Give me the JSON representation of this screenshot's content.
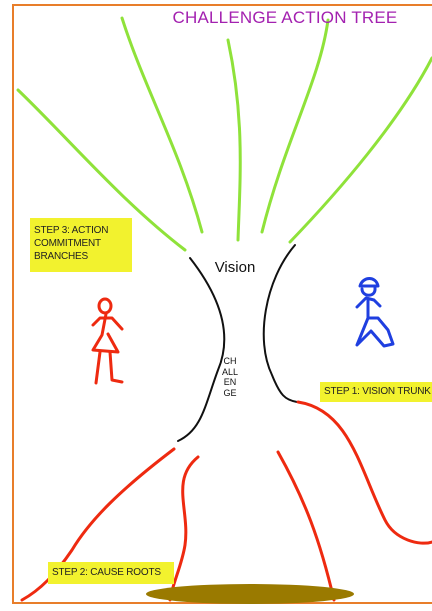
{
  "title": "CHALLENGE ACTION TREE",
  "trunk": {
    "vision_label": "Vision",
    "challenge_label": "CHALLENGE"
  },
  "labels": {
    "action": "STEP 3: ACTION COMMITMENT BRANCHES",
    "vision": "STEP 1: VISION TRUNK",
    "cause": "STEP 2: CAUSE ROOTS"
  },
  "colors": {
    "frame": "#e87e2a",
    "title": "#a321b0",
    "branches": "#8fe23a",
    "roots": "#ee2a10",
    "trunk": "#111111",
    "label_background": "#f2f22e",
    "red_figure": "#ee2a10",
    "blue_figure": "#1f3fe0",
    "ground": "#9a7a00"
  }
}
